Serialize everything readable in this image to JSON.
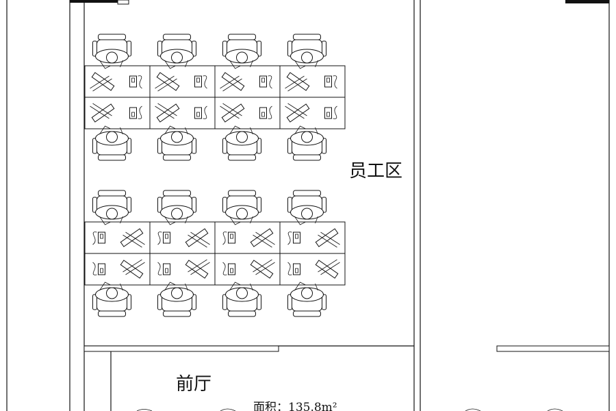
{
  "rooms": {
    "staff_area": "员工区",
    "lobby": "前厅",
    "area_text": "面积：135.8m²"
  },
  "colors": {
    "line": "#111111",
    "background": "#ffffff"
  },
  "workstation_cluster_count": 2,
  "workstations_per_cluster": 8
}
